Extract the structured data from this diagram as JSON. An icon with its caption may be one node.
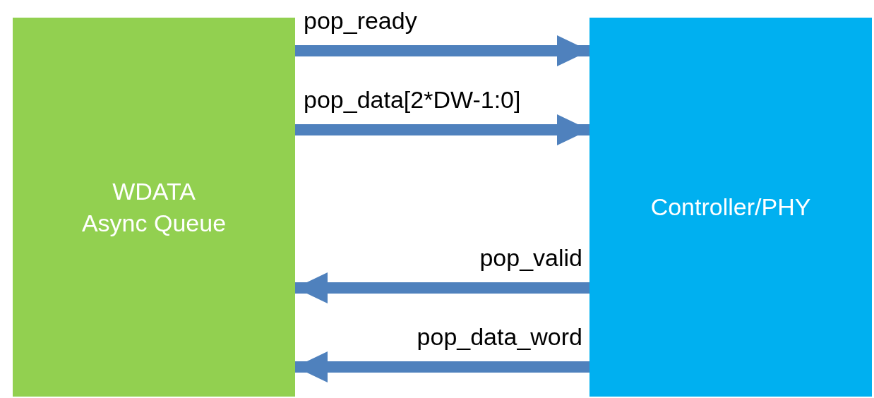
{
  "diagram": {
    "nodes": [
      {
        "text": [
          "WDATA Async Queue"
        ]
      },
      {
        "text": [
          "Controller/PHY"
        ]
      }
    ],
    "edges": [
      {
        "from": 0,
        "to": 1,
        "arrow": "to",
        "label": "pop_ready"
      },
      {
        "from": 0,
        "to": 1,
        "arrow": "to",
        "label": "pop_data[2*DW-1:0]"
      },
      {
        "from": 1,
        "to": 0,
        "arrow": "to",
        "label": "pop_valid"
      },
      {
        "from": 1,
        "to": 0,
        "arrow": "to",
        "label": "pop_data_word"
      }
    ]
  }
}
